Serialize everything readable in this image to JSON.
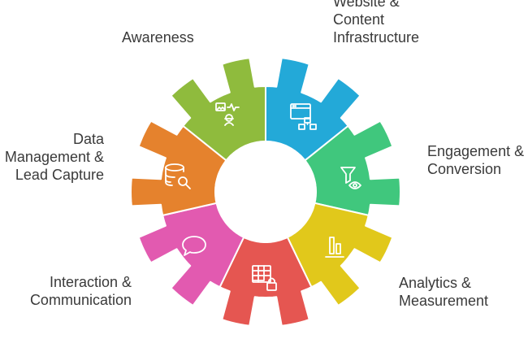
{
  "segments": [
    {
      "id": "awareness",
      "color": "#23a9d8",
      "icon": "image-signal-person-icon",
      "label_lines": [
        "Awareness"
      ]
    },
    {
      "id": "website",
      "color": "#40c77d",
      "icon": "browser-sitemap-icon",
      "label_lines": [
        "Website &",
        "Content",
        "Infrastructure"
      ]
    },
    {
      "id": "engagement",
      "color": "#e1c81b",
      "icon": "funnel-eye-icon",
      "label_lines": [
        "Engagement &",
        "Conversion"
      ]
    },
    {
      "id": "analytics",
      "color": "#e55651",
      "icon": "bar-chart-icon",
      "label_lines": [
        "Analytics &",
        "Measurement"
      ]
    },
    {
      "id": "security",
      "color": "#e25ab0",
      "icon": "table-lock-icon",
      "label_lines": []
    },
    {
      "id": "interaction",
      "color": "#e5822d",
      "icon": "chat-bubble-icon",
      "label_lines": [
        "Interaction &",
        "Communication"
      ]
    },
    {
      "id": "data",
      "color": "#8fbb3d",
      "icon": "database-search-icon",
      "label_lines": [
        "Data",
        "Management &",
        "Lead Capture"
      ]
    }
  ]
}
